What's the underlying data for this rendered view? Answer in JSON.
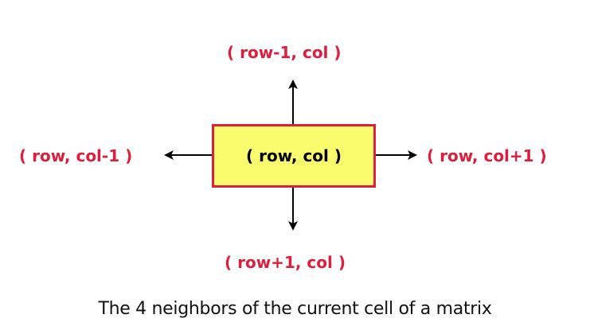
{
  "neighbors": {
    "up": "( row-1, col )",
    "left": "( row, col-1 )",
    "right": "( row, col+1 )",
    "down": "( row+1, col )"
  },
  "current_cell": "( row, col )",
  "caption": "The 4 neighbors of the current cell of a matrix",
  "colors": {
    "label": "#dc1f3c",
    "cell_fill": "#fbfb6e",
    "cell_border": "#dc1f3c",
    "arrow": "#000000"
  }
}
